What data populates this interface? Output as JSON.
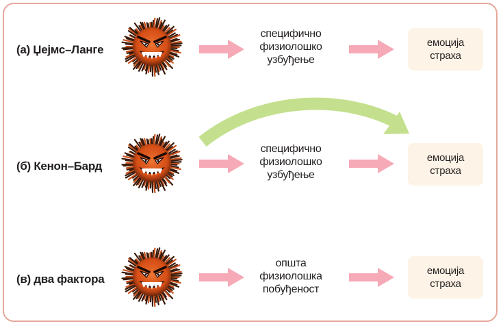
{
  "rows": [
    {
      "label": "(а) Џејмс–Ланге",
      "arousal": [
        "специфично",
        "физиолошко",
        "узбуђење"
      ],
      "emotion": [
        "емоција",
        "страха"
      ]
    },
    {
      "label": "(б) Кенон–Бард",
      "arousal": [
        "специфично",
        "физиолошко",
        "узбуђење"
      ],
      "emotion": [
        "емоција",
        "страха"
      ]
    },
    {
      "label": "(в) два фактора",
      "arousal": [
        "општа",
        "физиолошка",
        "побуђеност"
      ],
      "emotion": [
        "емоција",
        "страха"
      ]
    }
  ],
  "colors": {
    "frame": "#e6a79a",
    "arrow_pink": "#f6a9b6",
    "arrow_green": "#c4e08e",
    "emotion_box": "#fdf3e6",
    "monster_fur": "#3a1a0a",
    "monster_face": "#e0561c"
  },
  "icons": {
    "stimulus": "fuzzy-monster-icon"
  }
}
